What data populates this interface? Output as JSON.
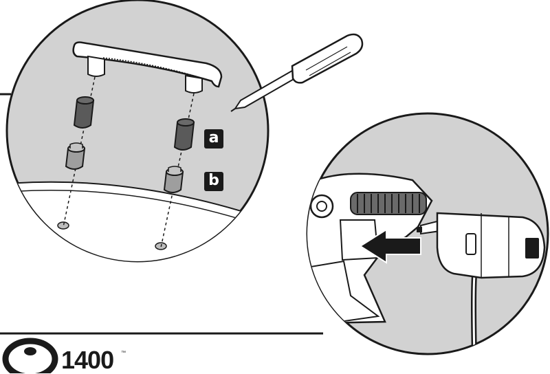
{
  "labels": {
    "a": "a",
    "b": "b"
  },
  "branding": {
    "model": "1400",
    "trademark": "™"
  },
  "colors": {
    "ink": "#1a1a1a",
    "panel": "#d2d2d2",
    "background": "#ffffff"
  }
}
